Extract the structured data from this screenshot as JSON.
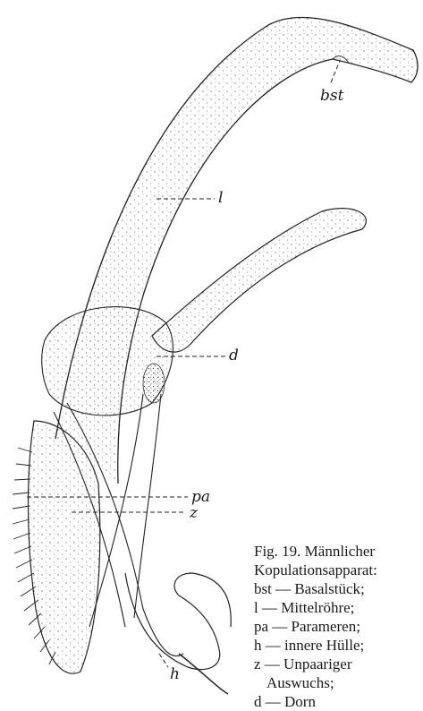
{
  "labels": {
    "bst": "bst",
    "l": "l",
    "d": "d",
    "pa": "pa",
    "z": "z",
    "h": "h"
  },
  "caption": {
    "title_line1": "Fig. 19. Männlicher",
    "title_line2": "Kopulationsapparat:",
    "legend": [
      "bst — Basalstück;",
      "l — Mittelröhre;",
      "pa — Parameren;",
      "h — innere Hülle;",
      "z — Unpaariger",
      "Auswuchs;",
      "d — Dorn"
    ]
  }
}
